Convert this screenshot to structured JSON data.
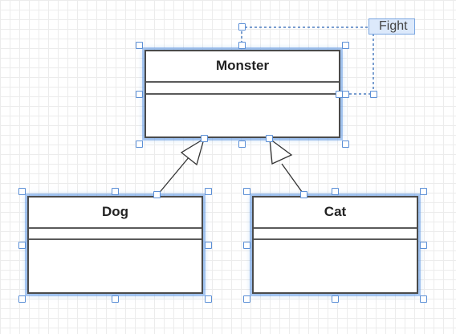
{
  "diagram": {
    "classes": [
      {
        "id": "monster",
        "name": "Monster"
      },
      {
        "id": "dog",
        "name": "Dog"
      },
      {
        "id": "cat",
        "name": "Cat"
      }
    ],
    "self_association_label": "Fight",
    "relations": [
      {
        "from": "Dog",
        "to": "Monster",
        "type": "generalization"
      },
      {
        "from": "Cat",
        "to": "Monster",
        "type": "generalization"
      },
      {
        "from": "Monster",
        "to": "Monster",
        "type": "association",
        "label": "Fight"
      }
    ]
  },
  "colors": {
    "grid": "#ececec",
    "selection_handle": "#5b8fd6",
    "selection_glow": "#6ea0e6",
    "border": "#4a4a4a"
  }
}
